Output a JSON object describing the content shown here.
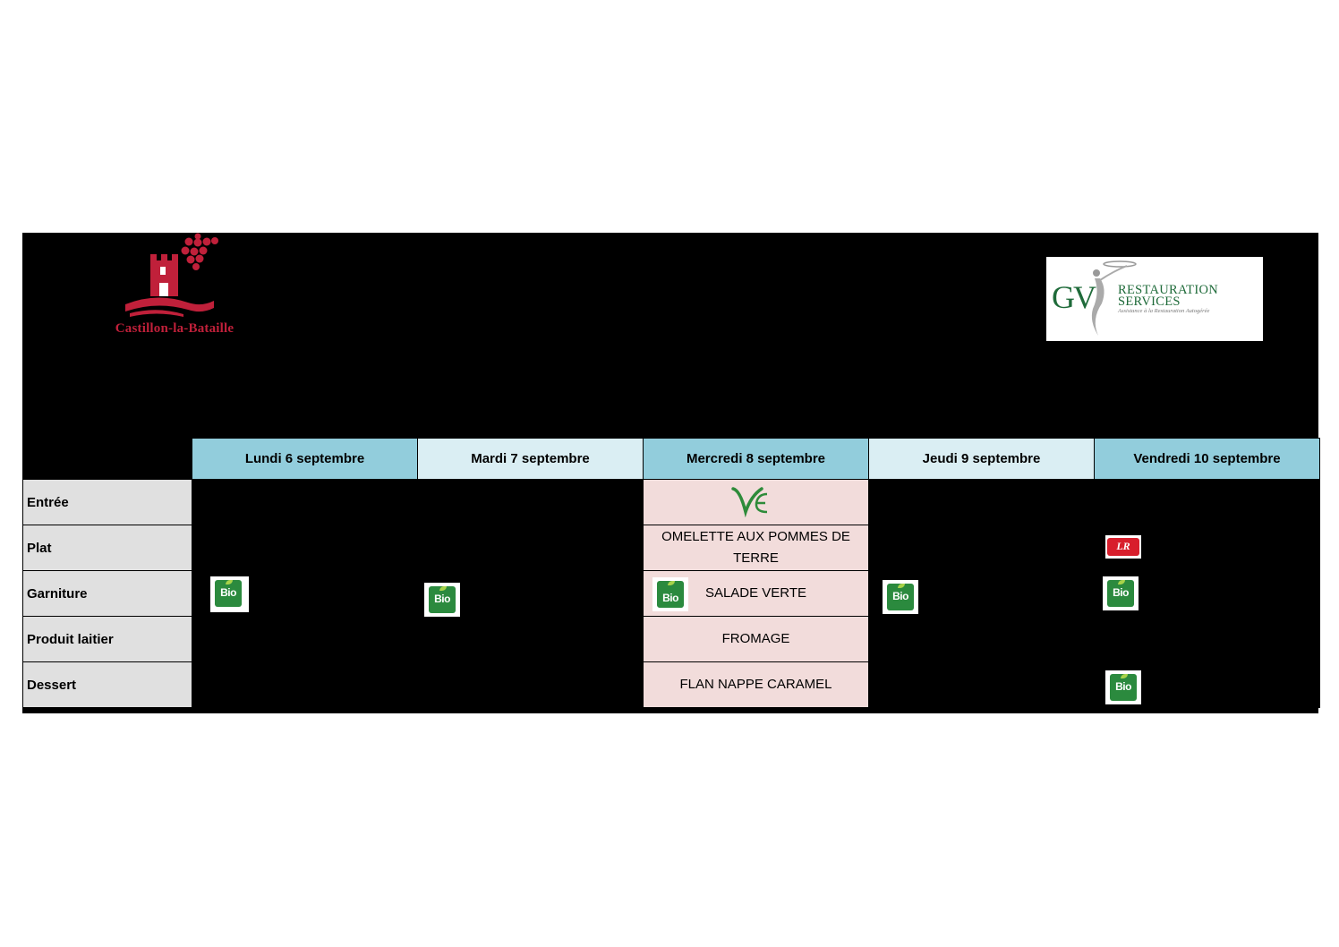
{
  "header": {
    "left_logo_text": "Castillon-la-Bataille",
    "right_logo": {
      "letters": "GV",
      "line1": "RESTAURATION",
      "line2": "SERVICES",
      "tagline": "Assistance à la Restauration Autogérée"
    }
  },
  "days": [
    "Lundi 6 septembre",
    "Mardi 7 septembre",
    "Mercredi 8 septembre",
    "Jeudi 9 septembre",
    "Vendredi 10 septembre"
  ],
  "rows": [
    "Entrée",
    "Plat",
    "Garniture",
    "Produit laitier",
    "Dessert"
  ],
  "wednesday": {
    "entree": "",
    "plat": "OMELETTE AUX POMMES DE TERRE",
    "garniture": "SALADE VERTE",
    "produit_laitier": "FROMAGE",
    "dessert": "FLAN NAPPE CARAMEL"
  },
  "badges": {
    "bio": "Bio",
    "label_rouge": "LR"
  },
  "colors": {
    "header_dark": "#92cddc",
    "header_light": "#daeef3",
    "wednesday_fill": "#f2dcdb",
    "row_label_fill": "#e0e0e0",
    "castillon_red": "#c0203a",
    "gv_green": "#1f6b3a",
    "bio_green": "#2b8a3e"
  }
}
